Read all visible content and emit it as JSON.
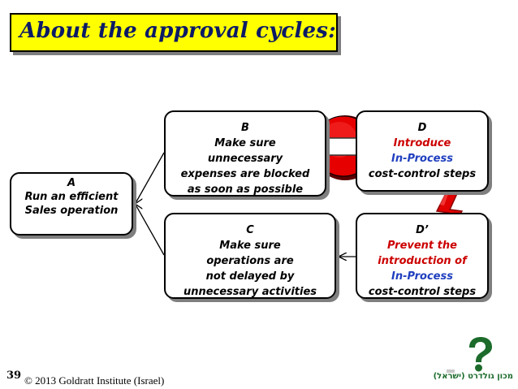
{
  "title": "About the approval cycles:",
  "colors": {
    "title_bg": "#ffff00",
    "title_text": "#0b1a66",
    "red": "#cc0000",
    "blue": "#1f3fbf",
    "logo_green": "#1c6b2b"
  },
  "boxes": {
    "a": {
      "label": "A",
      "lines": [
        "Run an efficient",
        "Sales operation"
      ]
    },
    "b": {
      "label": "B",
      "lines": [
        "Make sure",
        "unnecessary",
        "expenses are blocked",
        "as soon as possible"
      ]
    },
    "c": {
      "label": "C",
      "lines": [
        "Make sure",
        "operations are",
        "not delayed by",
        "unnecessary activities"
      ]
    },
    "d": {
      "label": "D",
      "lines": [
        "Introduce",
        "In-Process",
        "cost-control steps"
      ]
    },
    "d2": {
      "label": "D’",
      "lines": [
        "Prevent the",
        "introduction of",
        "In-Process",
        "cost-control steps"
      ]
    }
  },
  "icons": {
    "blocked": "no-entry-icon",
    "conflict": "lightning-conflict-icon",
    "logo": "question-mark-logo-icon"
  },
  "footer": {
    "slide_number": "39",
    "copyright": "© 2013 Goldratt Institute (Israel)",
    "logo_text": "מכון גולדרט (ישראל)"
  }
}
